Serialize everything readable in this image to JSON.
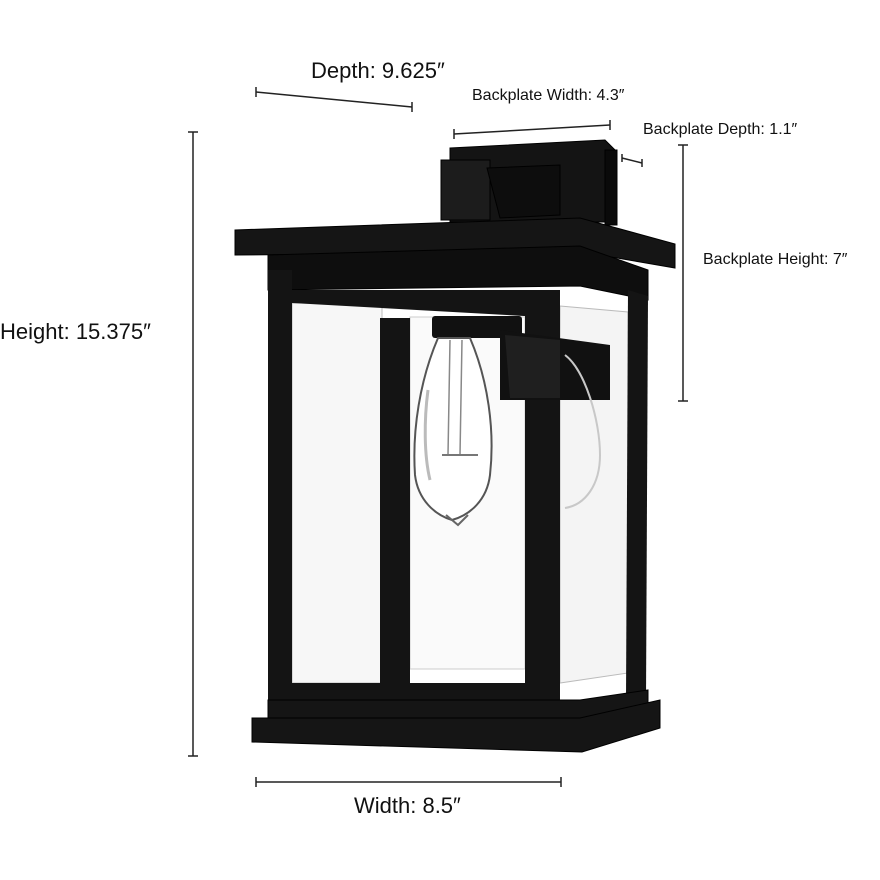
{
  "dimensions": {
    "depth": "Depth: 9.625″",
    "backplate_width": "Backplate Width: 4.3″",
    "backplate_depth": "Backplate Depth: 1.1″",
    "backplate_height": "Backplate Height: 7″",
    "height": "Height: 15.375″",
    "width": "Width: 8.5″"
  },
  "product": {
    "subject": "black outdoor wall lantern with clear glass panels and Edison-style bulb",
    "frame_color": "#141414",
    "glass_color": "#ffffff"
  }
}
